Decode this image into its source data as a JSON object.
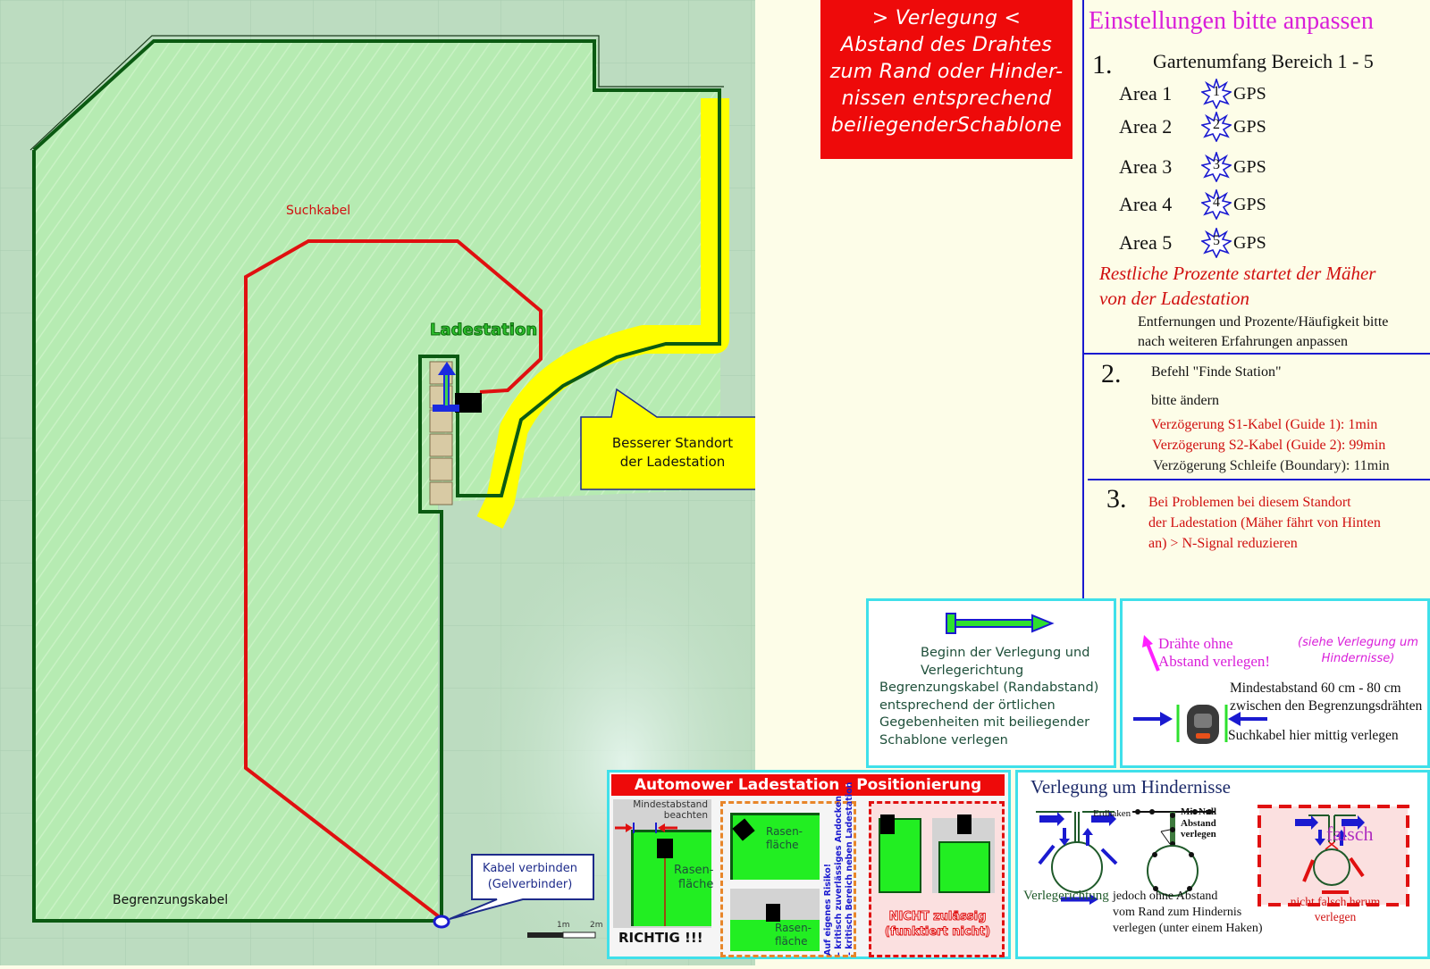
{
  "plan": {
    "labels": {
      "search_cable": "Suchkabel",
      "boundary_cable": "Begrenzungskabel",
      "charging_station": "Ladestation"
    },
    "callouts": {
      "better_location": [
        "Besserer Standort",
        "der Ladestation"
      ],
      "connect_cable": [
        "Kabel verbinden",
        "(Gelverbinder)"
      ]
    },
    "scale": {
      "tick1": "1m",
      "tick2": "2m"
    },
    "colors": {
      "lawn": "#b7ebb3",
      "background_grid": "#bcdcc0",
      "boundary_wire": "#0b5a12",
      "search_wire": "#e01010",
      "highlight": "#ffff00",
      "connector": "#1a1ad0"
    }
  },
  "notice": {
    "lines": [
      "> Verlegung <",
      "Abstand des Drahtes",
      "zum Rand oder Hinder-",
      "nissen entsprechend",
      "beiliegenderSchablone"
    ],
    "color": "#ee0a0a"
  },
  "settings": {
    "title": "Einstellungen bitte anpassen",
    "step1": {
      "number": "1.",
      "heading": "Gartenumfang Bereich 1 - 5",
      "areas": [
        {
          "label": "Area 1",
          "badge": "1",
          "suffix": "GPS"
        },
        {
          "label": "Area 2",
          "badge": "2",
          "suffix": "GPS"
        },
        {
          "label": "Area 3",
          "badge": "3",
          "suffix": "GPS"
        },
        {
          "label": "Area 4",
          "badge": "4",
          "suffix": "GPS"
        },
        {
          "label": "Area 5",
          "badge": "5",
          "suffix": "GPS"
        }
      ],
      "remaining": [
        "Restliche Prozente  startet der Mäher",
        "von der Ladestation"
      ],
      "note": [
        "Entfernungen und Prozente/Häufigkeit bitte",
        "nach weiteren Erfahrungen anpassen"
      ]
    },
    "step2": {
      "number": "2.",
      "heading": "Befehl \"Finde Station\"",
      "sub": "bitte ändern",
      "delays": [
        {
          "text": "Verzögerung S1-Kabel (Guide 1): 1min",
          "color": "#d01010"
        },
        {
          "text": "Verzögerung S2-Kabel (Guide 2): 99min",
          "color": "#d01010"
        },
        {
          "text": "Verzögerung Schleife (Boundary): 11min",
          "color": "#222222"
        }
      ]
    },
    "step3": {
      "number": "3.",
      "lines": [
        "Bei Problemen bei diesem Standort",
        "der Ladestation (Mäher fährt von Hinten",
        "an) > N-Signal reduzieren"
      ]
    }
  },
  "panel_begin": {
    "lines": [
      "Beginn der Verlegung und",
      "Verlegerichtung",
      "Begrenzungskabel (Randabstand)",
      "entsprechend der örtlichen",
      "Gegebenheiten mit beiliegender",
      "Schablone verlegen"
    ]
  },
  "panel_wires": {
    "no_gap": [
      "Drähte ohne",
      "Abstand verlegen!"
    ],
    "see_also": [
      "(siehe Verlegung um",
      "Hindernisse)"
    ],
    "min_distance": [
      "Mindestabstand 60 cm - 80 cm",
      "zwischen den Begrenzungsdrähten"
    ],
    "center": "Suchkabel hier mittig verlegen"
  },
  "panel_positioning": {
    "title": "Automower Ladestation - Positionierung",
    "min_distance": [
      "Mindestabstand",
      "beachten"
    ],
    "lawn": [
      "Rasen-",
      "fläche"
    ],
    "correct": "RICHTIG !!!",
    "risk": [
      "Auf eigenes Risiko!",
      "- kritisch zuverlässiges Andocken",
      "- kritisch Bereich neben Ladestation"
    ],
    "not_allowed": [
      "NICHT zulässig",
      "(funktiert nicht)"
    ]
  },
  "panel_obstacles": {
    "title": "Verlegung um Hindernisse",
    "direction": "Verlegerichtung",
    "zero_gap": [
      "Mit Null",
      "Abstand",
      "verlegen"
    ],
    "hooks": "Erdhaken",
    "no_gap_note": [
      "jedoch ohne Abstand",
      "vom Rand zum Hindernis",
      "verlegen (unter einem Haken)"
    ],
    "wrong": "falsch",
    "wrong_note": [
      "nicht falsch herum",
      "verlegen"
    ]
  }
}
